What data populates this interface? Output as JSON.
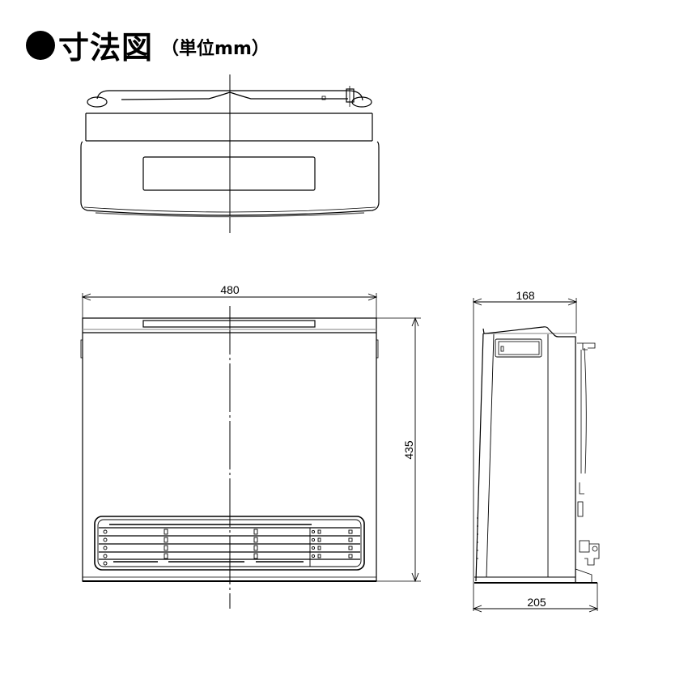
{
  "title": {
    "bullet": "●",
    "main": "寸法図",
    "unit": "（単位mm）"
  },
  "views": {
    "top": {
      "name": "top-view"
    },
    "front": {
      "name": "front-view"
    },
    "side": {
      "name": "side-view"
    }
  },
  "dimensions": {
    "width": "480",
    "height": "435",
    "depth_body": "168",
    "depth_total": "205"
  },
  "colors": {
    "line": "#000000",
    "background": "#ffffff",
    "light_line": "#888888"
  }
}
